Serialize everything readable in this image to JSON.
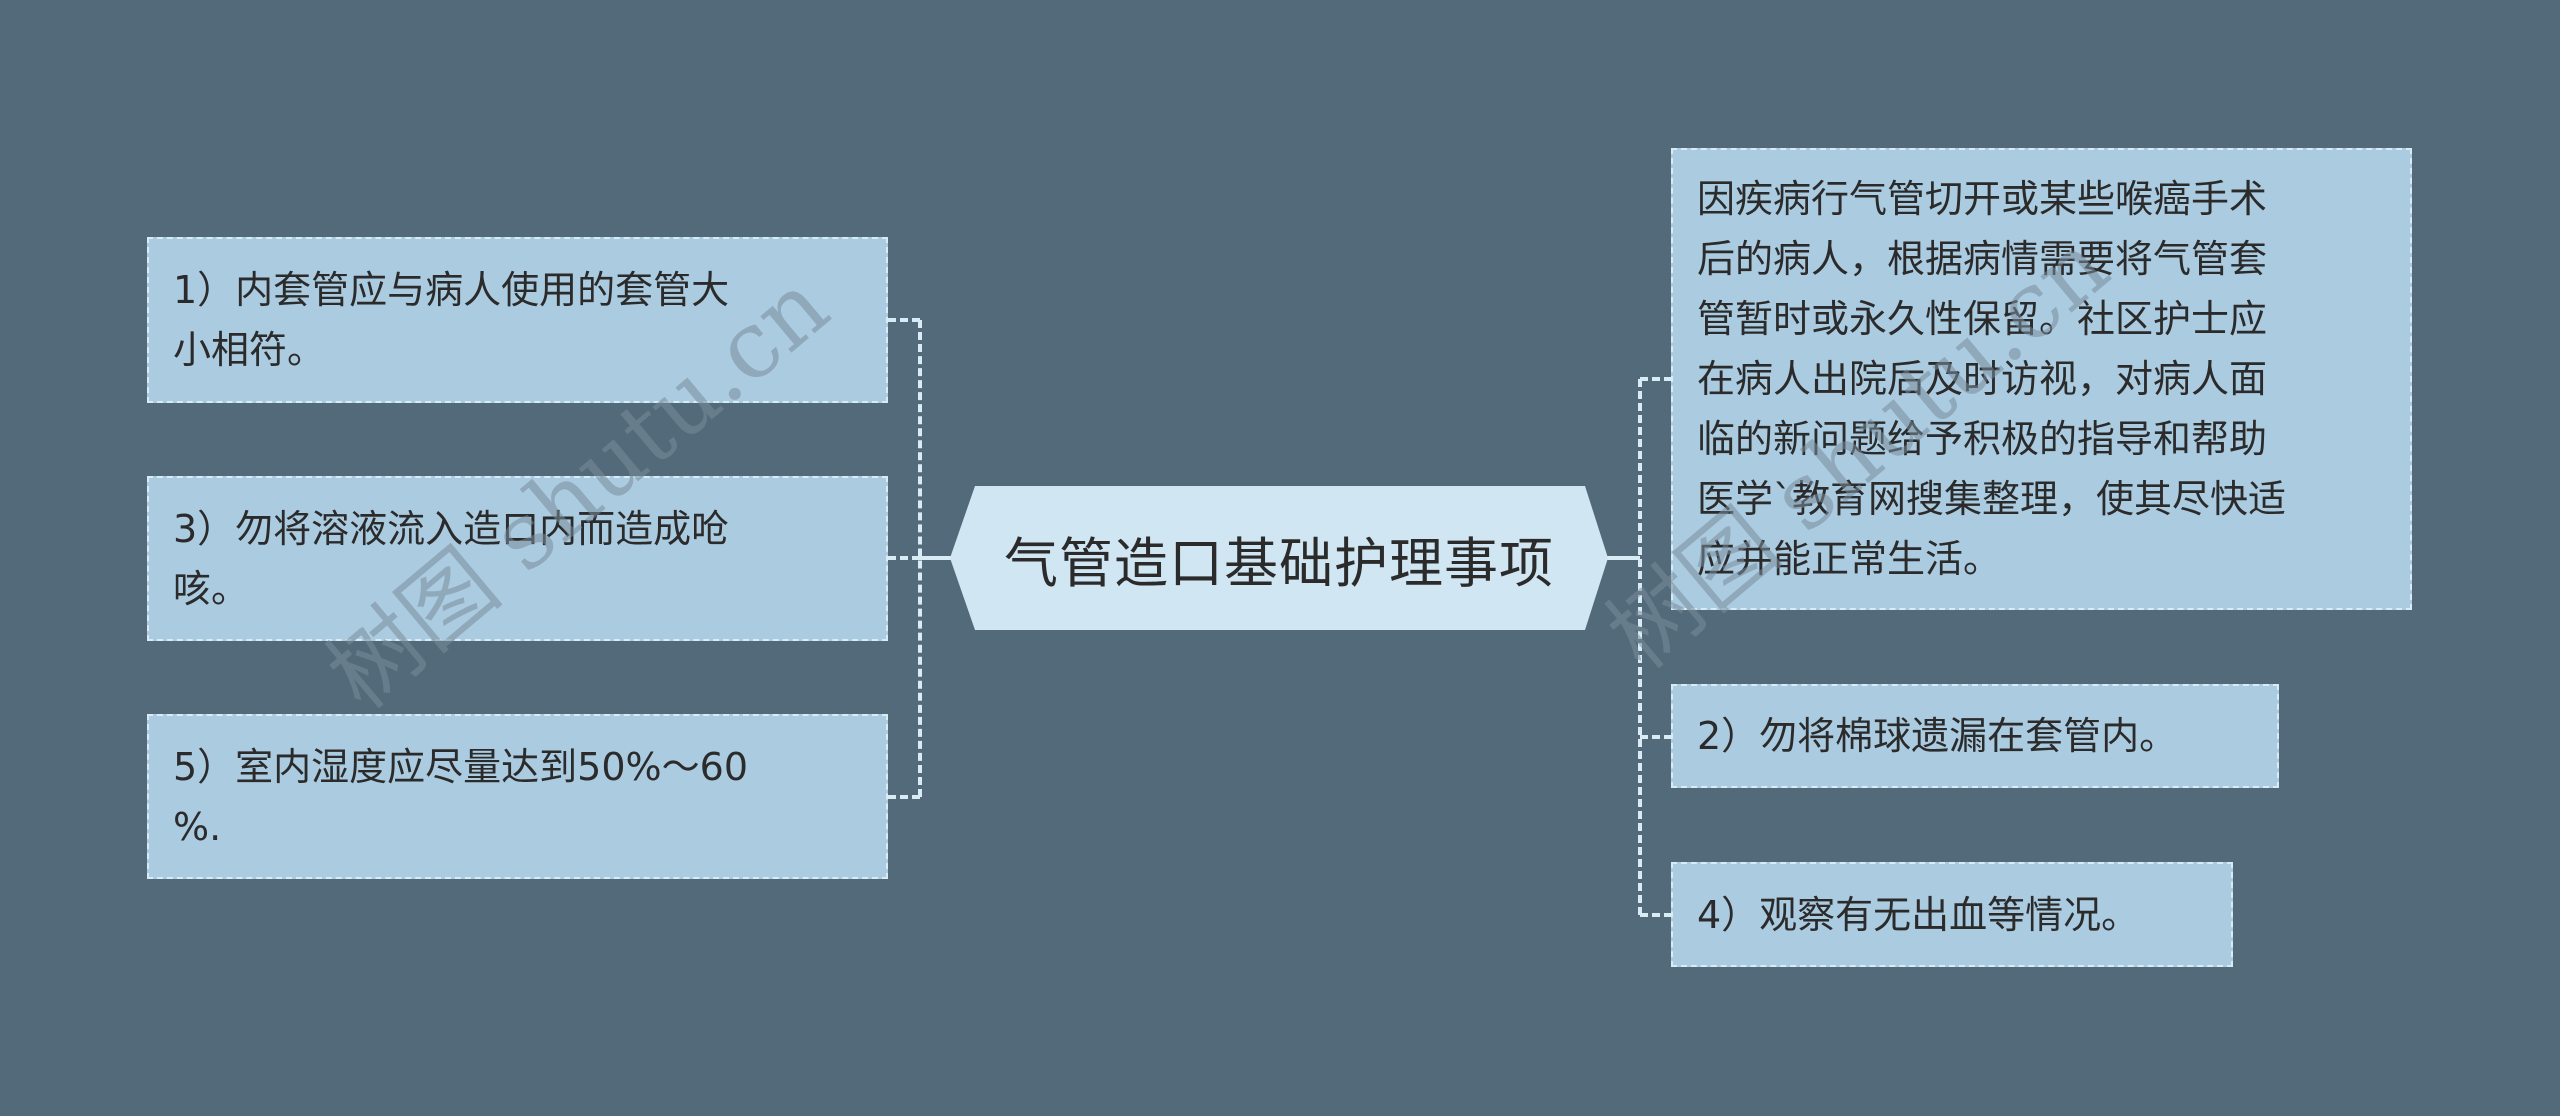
{
  "root": {
    "title": "气管造口基础护理事项"
  },
  "left_branches": [
    {
      "lines": [
        "1）内套管应与病人使用的套管大",
        "小相符。"
      ]
    },
    {
      "lines": [
        "3）勿将溶液流入造口内而造成呛",
        "咳。"
      ]
    },
    {
      "lines": [
        "5）室内湿度应尽量达到50%～60",
        "%."
      ]
    }
  ],
  "right_branches": [
    {
      "lines": [
        "因疾病行气管切开或某些喉癌手术",
        "后的病人，根据病情需要将气管套",
        "管暂时或永久性保留。社区护士应",
        "在病人出院后及时访视，对病人面",
        "临的新问题给予积极的指导和帮助",
        "医学`教育网搜集整理，使其尽快适",
        "应并能正常生活。"
      ]
    },
    {
      "lines": [
        "2）勿将棉球遗漏在套管内。"
      ]
    },
    {
      "lines": [
        "4）观察有无出血等情况。"
      ]
    }
  ],
  "watermarks": [
    "树图 shutu.cn",
    "树图 shutu.cn"
  ],
  "colors": {
    "background": "#526a79",
    "node_fill": "#abcbe1",
    "root_fill": "#d0e6f2",
    "connector": "#d9ecf6",
    "text": "#2b2b2b"
  }
}
